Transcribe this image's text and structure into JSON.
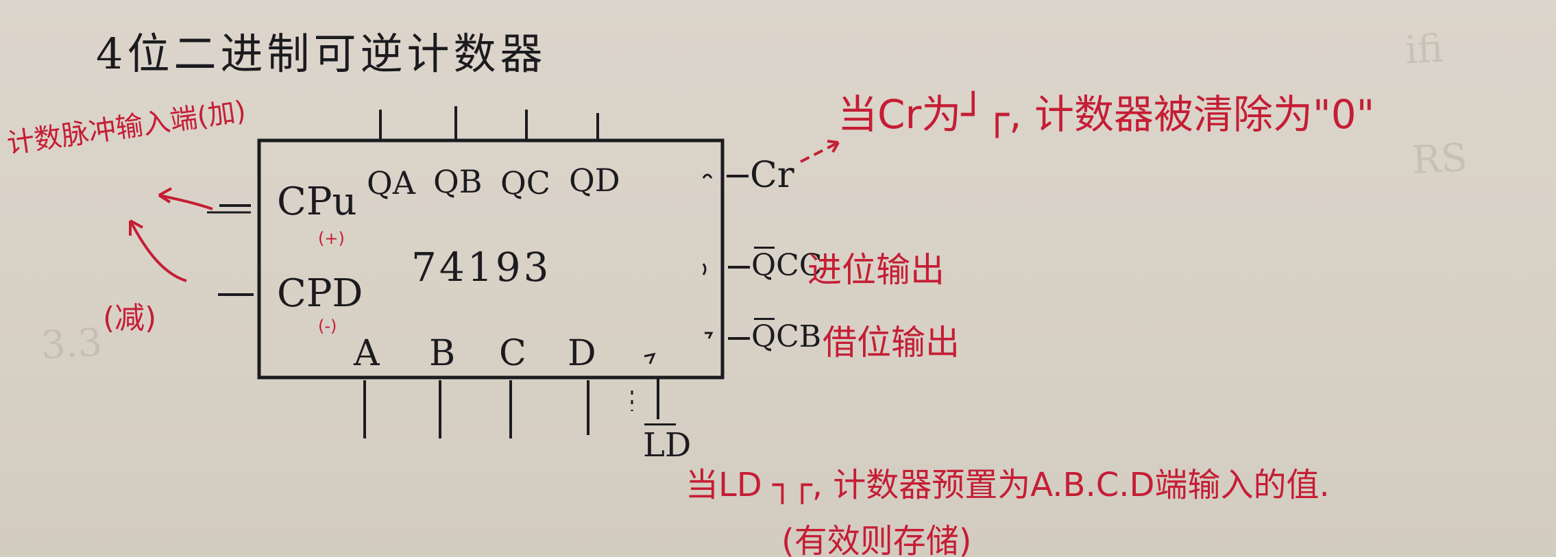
{
  "title": "4位二进制可逆计数器",
  "chip": {
    "name": "74193",
    "outputs": [
      "QA",
      "QB",
      "QC",
      "QD"
    ],
    "inputs": [
      "A",
      "B",
      "C",
      "D"
    ],
    "cp_up": "CPu",
    "cp_up_sign": "(+)",
    "cp_down": "CPD",
    "cp_down_sign": "(-)",
    "clear": "Cr",
    "carry_out": "QCC",
    "borrow_out": "QCB",
    "load": "LD"
  },
  "notes": {
    "cp_up": "计数脉冲输入端(加)",
    "cp_down": "(减)",
    "clear": "当Cr为┘┌, 计数器被清除为\"0\"",
    "carry": "进位输出",
    "borrow": "借位输出",
    "load_line1": "当LD ┐┌, 计数器预置为A.B.C.D端输入的值.",
    "load_line2": "(有效则存储)"
  },
  "colors": {
    "ink": "#1b1b1f",
    "red_ink": "#c51d35",
    "paper": "#d8d1c6"
  }
}
